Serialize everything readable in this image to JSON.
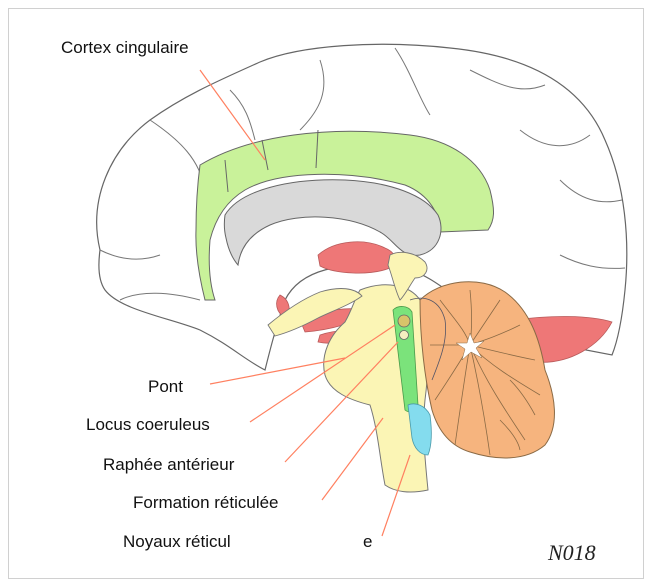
{
  "labels": {
    "cortex": "Cortex cingulaire",
    "pont": "Pont",
    "locus": "Locus coeruleus",
    "raphe": "Raphée antérieur",
    "formation": "Formation réticulée",
    "noyaux": "Noyaux réticul",
    "noyaux_suffix": "e"
  },
  "code": "N018",
  "colors": {
    "cingulate": "#c9f29a",
    "corpus_callosum": "#d9d9d9",
    "red_structures": "#ee7777",
    "brainstem": "#fbf5b5",
    "cerebellum": "#f6b47e",
    "locus_green": "#7be37b",
    "raphe_blue": "#84dcee",
    "leader_lines": "#ff8060"
  }
}
